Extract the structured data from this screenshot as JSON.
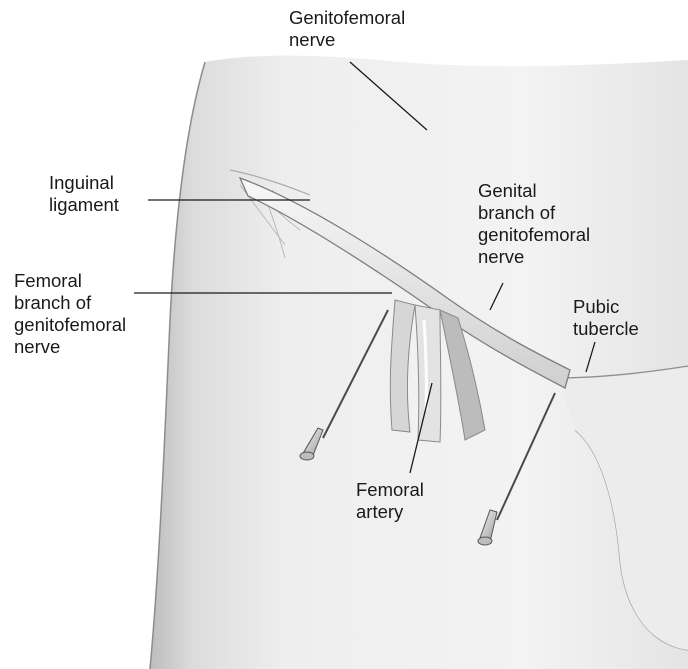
{
  "labels": {
    "genitofemoral_nerve": "Genitofemoral\nnerve",
    "inguinal_ligament": "Inguinal\nligament",
    "genital_branch": "Genital\nbranch of\ngenitofemoral\nnerve",
    "femoral_branch": "Femoral\nbranch of\ngenitofemoral\nnerve",
    "pubic_tubercle": "Pubic\ntubercle",
    "femoral_artery": "Femoral\nartery"
  },
  "colors": {
    "skin_light": "#f2f2f2",
    "skin_shadow": "#c9c9c9",
    "ligament": "#e6e6e6",
    "leader_line": "#1a1a1a",
    "needle": "#4a4a4a",
    "hub": "#d0d0d0"
  },
  "icons": {
    "needle_left": "needle-icon",
    "needle_right": "needle-icon"
  }
}
